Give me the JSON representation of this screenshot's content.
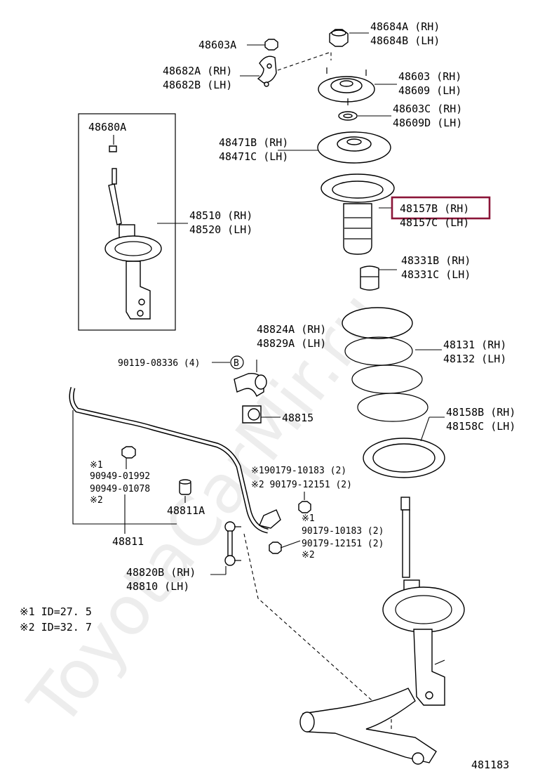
{
  "watermark": "ToyotaCarMir.ru",
  "diagram_id": "481183",
  "highlight_color": "#8b1538",
  "labels": {
    "p48684a": "48684A (RH)",
    "p48684b": "48684B (LH)",
    "p48603a": "48603A",
    "p48682a": "48682A (RH)",
    "p48682b": "48682B (LH)",
    "p48603rh": "48603 (RH)",
    "p48609lh": "48609 (LH)",
    "p48603c": "48603C (RH)",
    "p48609d": "48609D (LH)",
    "p48680a": "48680A",
    "p48471b": "48471B (RH)",
    "p48471c": "48471C (LH)",
    "p48157b": "48157B (RH)",
    "p48157c": "48157C (LH)",
    "p48510": "48510 (RH)",
    "p48520": "48520 (LH)",
    "p48331b": "48331B (RH)",
    "p48331c": "48331C (LH)",
    "p48824a": "48824A (RH)",
    "p48829a": "48829A (LH)",
    "p48131": "48131 (RH)",
    "p48132": "48132 (LH)",
    "p90119": "90119-08336 (4)",
    "ref_b": "B",
    "p48815": "48815",
    "p48158b": "48158B (RH)",
    "p48158c": "48158C (LH)",
    "note1_a": "※1",
    "p90949_01992": "90949-01992",
    "p90949_01078": "90949-01078",
    "note2_a": "※2",
    "p48811a": "48811A",
    "p48811": "48811",
    "p90179_10183_top": "※190179-10183 (2)",
    "p90179_12151_top": "※2 90179-12151 (2)",
    "note1_b": "※1",
    "p90179_10183": "90179-10183 (2)",
    "p90179_12151": "90179-12151 (2)",
    "note2_b": "※2",
    "p48820b": "48820B (RH)",
    "p48810": "48810   (LH)",
    "legend1": "※1 ID=27. 5",
    "legend2": "※2 ID=32. 7"
  }
}
